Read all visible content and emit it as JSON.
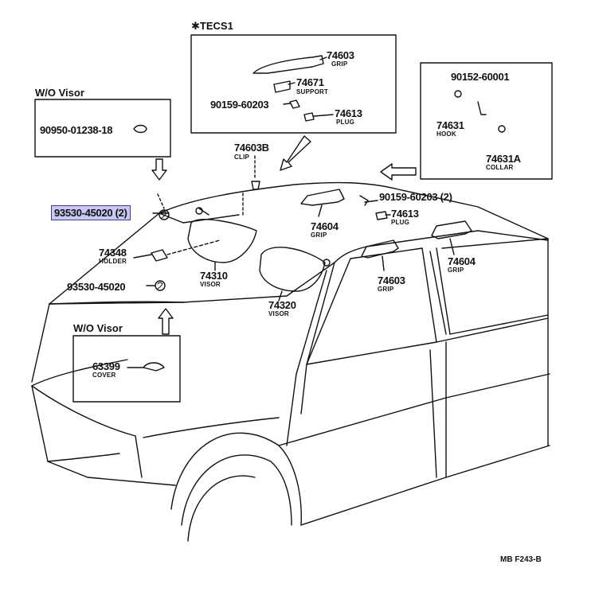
{
  "diagram": {
    "drawing_code": "MB F243-B",
    "groups": {
      "tecs": "✱TECS1",
      "wo_visor_top": "W/O Visor",
      "wo_visor_bottom": "W/O Visor"
    },
    "parts": {
      "p74603_top": {
        "num": "74603",
        "name": "GRIP"
      },
      "p74671": {
        "num": "74671",
        "name": "SUPPORT"
      },
      "p90159_box": {
        "num": "90159-60203"
      },
      "p74613_box": {
        "num": "74613",
        "name": "PLUG"
      },
      "p90950": {
        "num": "90950-01238-18"
      },
      "p90152": {
        "num": "90152-60001"
      },
      "p74631": {
        "num": "74631",
        "name": "HOOK"
      },
      "p74631a": {
        "num": "74631A",
        "name": "COLLAR"
      },
      "p74603b": {
        "num": "74603B",
        "name": "CLIP"
      },
      "p93530_2": {
        "num": "93530-45020 (2)"
      },
      "p90159_2": {
        "num": "90159-60203 (2)"
      },
      "p74613": {
        "num": "74613",
        "name": "PLUG"
      },
      "p74604_a": {
        "num": "74604",
        "name": "GRIP"
      },
      "p74604_b": {
        "num": "74604",
        "name": "GRIP"
      },
      "p74348": {
        "num": "74348",
        "name": "HOLDER"
      },
      "p74310": {
        "num": "74310",
        "name": "VISOR"
      },
      "p74320": {
        "num": "74320",
        "name": "VISOR"
      },
      "p74603_mid": {
        "num": "74603",
        "name": "GRIP"
      },
      "p93530": {
        "num": "93530-45020"
      },
      "p63399": {
        "num": "63399",
        "name": "COVER"
      }
    },
    "highlight_color": "#c8c8f0"
  }
}
